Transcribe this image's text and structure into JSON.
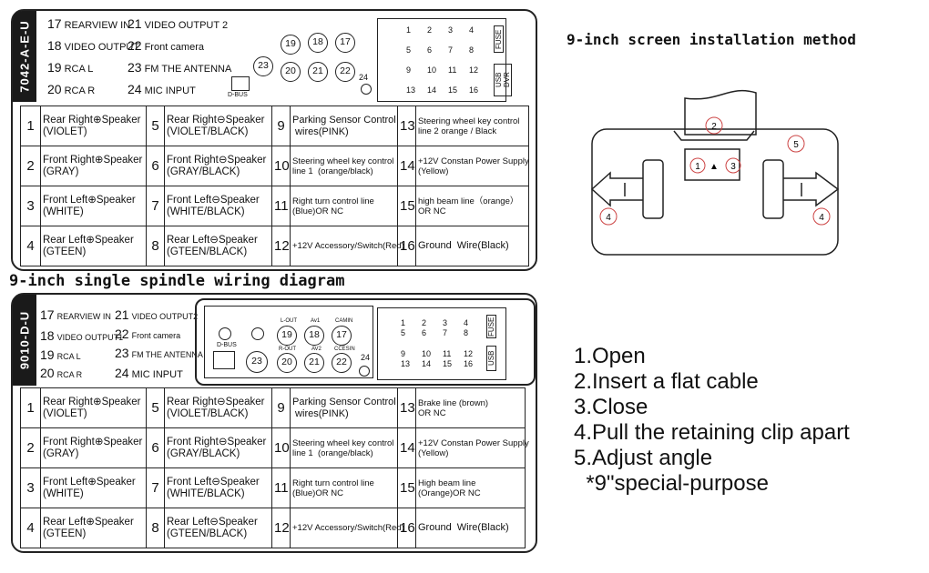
{
  "top_panel": {
    "model_label": "7042-A-E-U",
    "connector_legend": [
      {
        "num": "17",
        "label": "REARVIEW IN"
      },
      {
        "num": "18",
        "label": "VIDEO OUTPUT"
      },
      {
        "num": "19",
        "label": "RCA L"
      },
      {
        "num": "20",
        "label": "RCA R"
      },
      {
        "num": "21",
        "label": "VIDEO OUTPUT 2"
      },
      {
        "num": "22",
        "label": "Front camera"
      },
      {
        "num": "23",
        "label": "FM THE ANTENNA"
      },
      {
        "num": "24",
        "label": "MIC INPUT"
      }
    ],
    "connector_circles": [
      "19",
      "18",
      "17",
      "20",
      "21",
      "22",
      "23",
      "24"
    ],
    "dbus_label": "D-BUS",
    "fuse_label": "FUSE",
    "usb_label": "USB DVR",
    "pin_numbers": [
      "1",
      "2",
      "3",
      "4",
      "5",
      "6",
      "7",
      "8",
      "9",
      "10",
      "11",
      "12",
      "13",
      "14",
      "15",
      "16"
    ],
    "pins": [
      {
        "num": "1",
        "text": "Rear Right⊕Speaker\n(VIOLET)"
      },
      {
        "num": "2",
        "text": "Front Right⊕Speaker\n(GRAY)"
      },
      {
        "num": "3",
        "text": "Front Left⊕Speaker\n(WHITE)"
      },
      {
        "num": "4",
        "text": "Rear Left⊕Speaker\n(GTEEN)"
      },
      {
        "num": "5",
        "text": "Rear Right⊖Speaker\n(VIOLET/BLACK)"
      },
      {
        "num": "6",
        "text": "Front Right⊖Speaker\n(GRAY/BLACK)"
      },
      {
        "num": "7",
        "text": "Front Left⊖Speaker\n(WHITE/BLACK)"
      },
      {
        "num": "8",
        "text": "Rear Left⊖Speaker\n(GTEEN/BLACK)"
      },
      {
        "num": "9",
        "text": "Parking Sensor Control\n wires(PINK)"
      },
      {
        "num": "10",
        "text": "Steering wheel key control\nline 1  (orange/black)"
      },
      {
        "num": "11",
        "text": "Right turn control line\n(Blue)OR NC"
      },
      {
        "num": "12",
        "text": "+12V Accessory/Switch(Red)"
      },
      {
        "num": "13",
        "text": "Steering wheel key control\nline 2 orange / Black"
      },
      {
        "num": "14",
        "text": "+12V Constan Power Supply\n(Yellow)"
      },
      {
        "num": "15",
        "text": "high beam line（orange）\nOR NC"
      },
      {
        "num": "16",
        "text": "Ground  Wire(Black)"
      }
    ]
  },
  "middle_caption": "9-inch single spindle wiring diagram",
  "bottom_panel": {
    "model_label": "9010-D-U",
    "connector_legend": [
      {
        "num": "17",
        "label": "REARVIEW IN"
      },
      {
        "num": "18",
        "label": "VIDEO OUTPUT1"
      },
      {
        "num": "19",
        "label": "RCA L"
      },
      {
        "num": "20",
        "label": "RCA R"
      },
      {
        "num": "21",
        "label": "VIDEO OUTPUT2"
      },
      {
        "num": "22",
        "label": "Front camera"
      },
      {
        "num": "23",
        "label": "FM THE ANTENNA"
      },
      {
        "num": "24",
        "label": "MIC  INPUT"
      }
    ],
    "connector_circles": [
      "19",
      "18",
      "17",
      "20",
      "21",
      "22",
      "23",
      "24"
    ],
    "circle_tags": [
      "L-OUT",
      "Av1",
      "CAMIN",
      "R-OUT",
      "AV2",
      "CCESIN"
    ],
    "dbus_label": "D-BUS",
    "fuse_label": "FUSE",
    "usb_label": "USB",
    "pin_numbers": [
      "1",
      "2",
      "3",
      "4",
      "5",
      "6",
      "7",
      "8",
      "9",
      "10",
      "11",
      "12",
      "13",
      "14",
      "15",
      "16"
    ],
    "pins": [
      {
        "num": "1",
        "text": "Rear Right⊕Speaker\n(VIOLET)"
      },
      {
        "num": "2",
        "text": "Front Right⊕Speaker\n(GRAY)"
      },
      {
        "num": "3",
        "text": "Front Left⊕Speaker\n(WHITE)"
      },
      {
        "num": "4",
        "text": "Rear Left⊕Speaker\n(GTEEN)"
      },
      {
        "num": "5",
        "text": "Rear Right⊖Speaker\n(VIOLET/BLACK)"
      },
      {
        "num": "6",
        "text": "Front Right⊖Speaker\n(GRAY/BLACK)"
      },
      {
        "num": "7",
        "text": "Front Left⊖Speaker\n(WHITE/BLACK)"
      },
      {
        "num": "8",
        "text": "Rear Left⊖Speaker\n(GTEEN/BLACK)"
      },
      {
        "num": "9",
        "text": "Parking Sensor Control\n wires(PINK)"
      },
      {
        "num": "10",
        "text": "Steering wheel key control\nline 1  (orange/black)"
      },
      {
        "num": "11",
        "text": "Right turn control line\n(Blue)OR NC"
      },
      {
        "num": "12",
        "text": "+12V Accessory/Switch(Red)"
      },
      {
        "num": "13",
        "text": "Brake line (brown)\nOR NC"
      },
      {
        "num": "14",
        "text": "+12V Constan Power Supply\n(Yellow)"
      },
      {
        "num": "15",
        "text": "High beam line\n(Orange)OR NC"
      },
      {
        "num": "16",
        "text": "Ground  Wire(Black)"
      }
    ]
  },
  "installation": {
    "title": "9-inch screen installation method",
    "callouts": [
      "1",
      "2",
      "3",
      "4",
      "4",
      "5"
    ],
    "steps": [
      "1.Open",
      "2.Insert a flat cable",
      "3.Close",
      "4.Pull the retaining clip apart",
      "5.Adjust angle",
      "  *9\"special-purpose"
    ]
  }
}
